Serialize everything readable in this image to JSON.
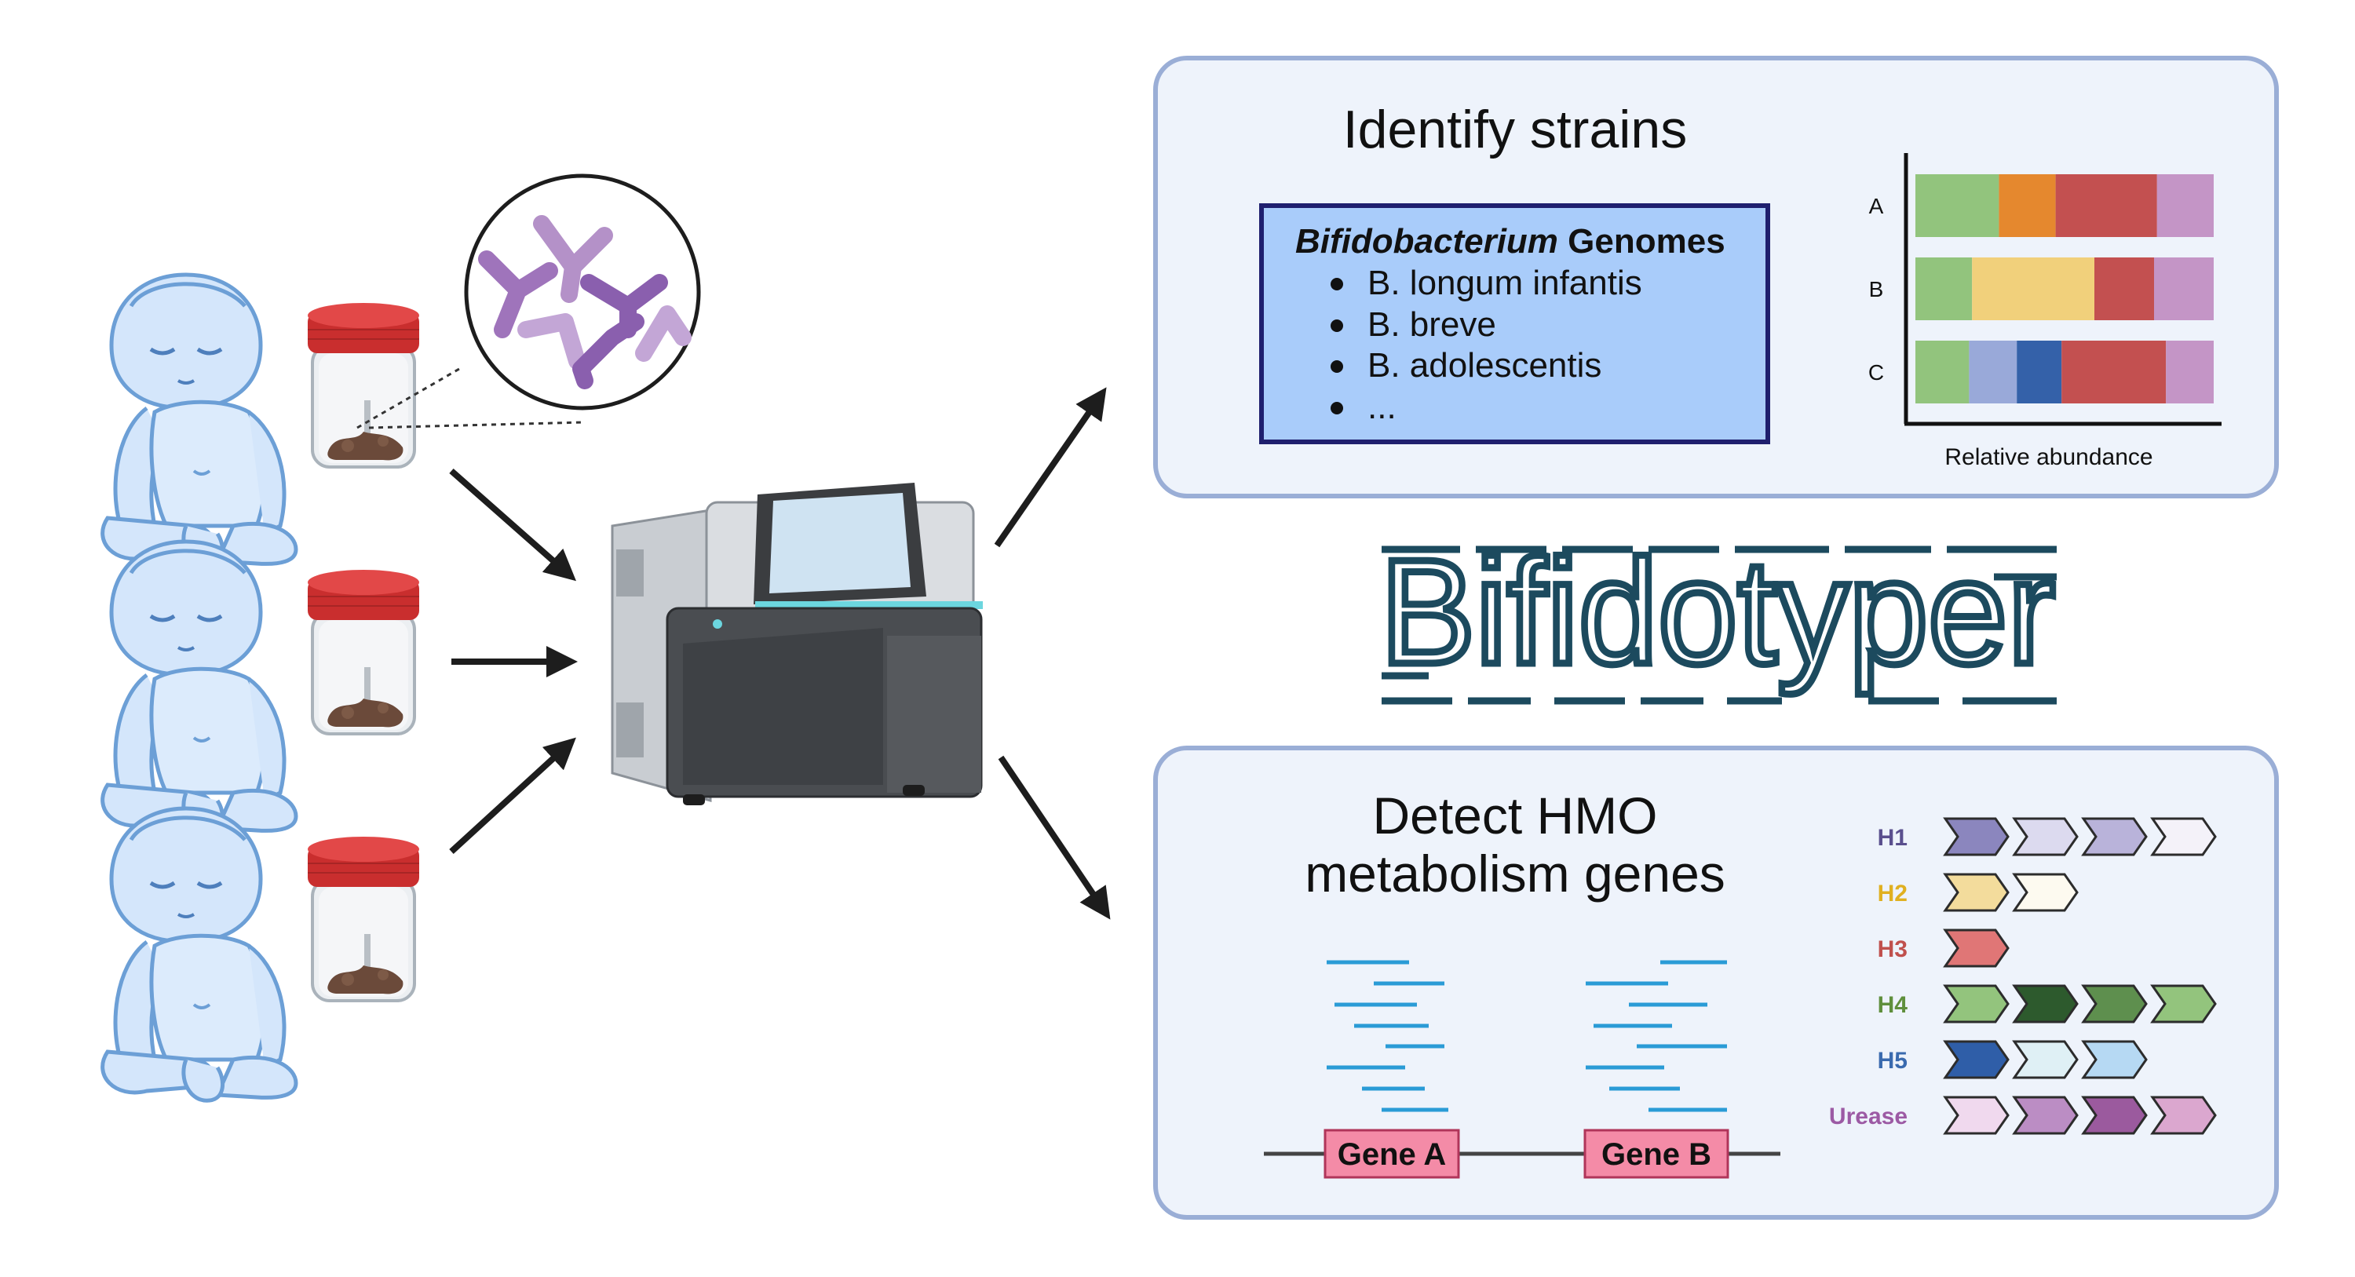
{
  "strains_panel": {
    "title": "Identify strains",
    "genomes_box": {
      "genus": "Bifidobacterium",
      "heading_suffix": " Genomes",
      "bullets": [
        "B. longum infantis",
        "B. breve",
        "B. adolescentis",
        "..."
      ]
    },
    "abundance_chart": {
      "xlabel": "Relative abundance",
      "rows": [
        {
          "label": "A",
          "segments": [
            0.28,
            0.19,
            0.34,
            0.19
          ],
          "colors": [
            "#92c47d",
            "#e5882e",
            "#c35050",
            "#c495c6"
          ]
        },
        {
          "label": "B",
          "segments": [
            0.19,
            0.41,
            0.2,
            0.2
          ],
          "colors": [
            "#92c47d",
            "#f1d07b",
            "#c35050",
            "#c495c6"
          ]
        },
        {
          "label": "C",
          "segments": [
            0.18,
            0.16,
            0.15,
            0.35,
            0.16
          ],
          "colors": [
            "#92c47d",
            "#99a9d9",
            "#3461a9",
            "#c35050",
            "#c495c6"
          ]
        }
      ]
    }
  },
  "tool_name": "Bifidotyper",
  "hmo_panel": {
    "title_line1": "Detect HMO",
    "title_line2": "metabolism genes",
    "gene_a": "Gene A",
    "gene_b": "Gene B",
    "clusters": [
      {
        "label": "H1",
        "label_color": "#5a4f8e",
        "genes": [
          "#8b86be",
          "#dcdaef",
          "#b9b3da",
          "#f4f2f9"
        ]
      },
      {
        "label": "H2",
        "label_color": "#e0b020",
        "genes": [
          "#f3dc9c",
          "#fdfaf0"
        ]
      },
      {
        "label": "H3",
        "label_color": "#c0504d",
        "genes": [
          "#e07676"
        ]
      },
      {
        "label": "H4",
        "label_color": "#5f8f3c",
        "genes": [
          "#93c47d",
          "#2d5a2d",
          "#5e8f4e",
          "#93c47d"
        ]
      },
      {
        "label": "H5",
        "label_color": "#3a6aae",
        "genes": [
          "#2f5ea8",
          "#dff0f5",
          "#b6d9f3"
        ]
      },
      {
        "label": "Urease",
        "label_color": "#9c5aa4",
        "genes": [
          "#f0d9ee",
          "#bb8dc4",
          "#9b5a9e",
          "#dba7cf"
        ]
      }
    ]
  },
  "colors": {
    "panel_fill": "#eef3fb",
    "panel_border": "#9aaed6",
    "logo": "#1c4a5e",
    "genomes_box_fill": "#a9ccfa",
    "genomes_box_border": "#1f1f6e",
    "gene_box_fill": "#f48ba7",
    "read_lines": "#2a9bd6"
  },
  "icons": [
    "infant-icon",
    "stool-sample-jar-icon",
    "bacteria-magnified-icon",
    "sequencer-icon",
    "flow-arrow-icon"
  ]
}
